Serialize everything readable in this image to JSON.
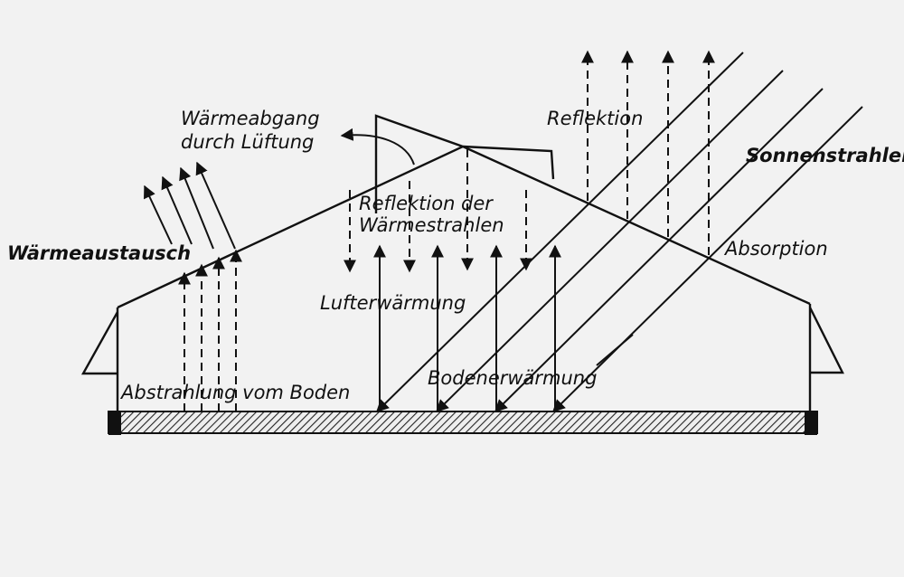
{
  "labels": {
    "waermeabgang_line1": "Wärmeabgang",
    "waermeabgang_line2": "durch Lüftung",
    "reflektion": "Reflektion",
    "sonnenstrahlen": "Sonnenstrahlen",
    "reflektion_waerme_line1": "Reflektion der",
    "reflektion_waerme_line2": "Wärmestrahlen",
    "absorption": "Absorption",
    "waermeaustausch": "Wärmeaustausch",
    "lufterwaermung": "Lufterwärmung",
    "bodenerwaermung": "Bodenerwärmung",
    "abstrahlung": "Abstrahlung vom Boden"
  },
  "colors": {
    "ink": "#111111",
    "paper": "#f2f2f2"
  }
}
